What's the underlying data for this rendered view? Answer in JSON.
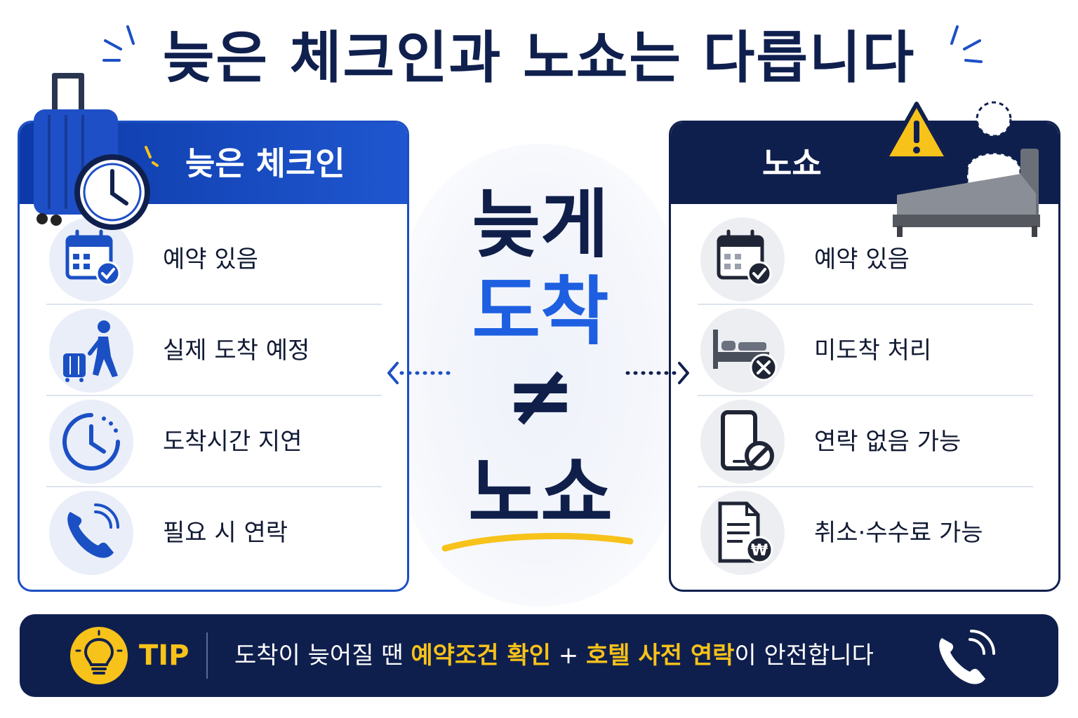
{
  "title": "늦은 체크인과 노쇼는 다릅니다",
  "left_panel": {
    "title": "늦은 체크인",
    "items": [
      {
        "label": "예약 있음",
        "icon": "calendar-check-icon"
      },
      {
        "label": "실제 도착 예정",
        "icon": "walking-traveler-icon"
      },
      {
        "label": "도착시간 지연",
        "icon": "clock-icon"
      },
      {
        "label": "필요 시 연락",
        "icon": "phone-icon"
      }
    ]
  },
  "right_panel": {
    "title": "노쇼",
    "items": [
      {
        "label": "예약 있음",
        "icon": "calendar-check-icon"
      },
      {
        "label": "미도착 처리",
        "icon": "bed-cancel-icon"
      },
      {
        "label": "연락 없음 가능",
        "icon": "phone-blocked-icon"
      },
      {
        "label": "취소·수수료 가능",
        "icon": "document-won-icon"
      }
    ]
  },
  "center": {
    "line1": "늦게",
    "line2": "도착",
    "symbol": "≠",
    "line3": "노쇼"
  },
  "tip": {
    "label": "TIP",
    "text_before": "도착이 늦어질 땐 ",
    "highlight1": "예약조건 확인",
    "plus": " + ",
    "highlight2": "호텔 사전 연락",
    "text_after": "이 안전합니다"
  },
  "colors": {
    "navy": "#0f1f4d",
    "blue": "#1d5fe0",
    "yellow": "#f7c21a"
  }
}
